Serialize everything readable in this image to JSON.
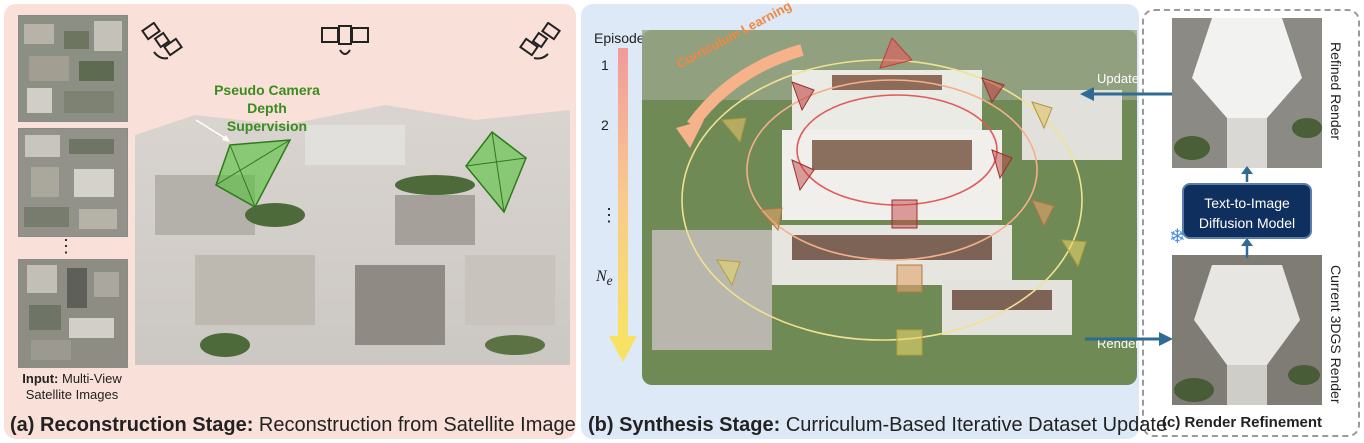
{
  "panel_a": {
    "caption_bold": "(a) Reconstruction Stage:",
    "caption_rest": " Reconstruction from Satellite Image",
    "input_bold": "Input:",
    "input_rest": " Multi-View",
    "input_line2": "Satellite Images",
    "ellipsis": "⋮",
    "pseudo_line1": "Pseudo Camera",
    "pseudo_line2": "Depth Supervision"
  },
  "panel_b": {
    "caption_bold": "(b) Synthesis Stage:",
    "caption_rest": " Curriculum-Based Iterative Dataset Update",
    "episode_label": "Episode",
    "episode_1": "1",
    "episode_2": "2",
    "episode_dots": "⋮",
    "episode_ne": "N",
    "episode_ne_sub": "e",
    "curriculum_label": "Curriculum Learning",
    "update_label": "Update",
    "render_label": "Render"
  },
  "panel_c": {
    "caption": "(c) Render Refinement",
    "model_line1": "Text-to-Image",
    "model_line2": "Diffusion Model",
    "refined_label": "Refined Render",
    "current_label": "Current 3DGS Render",
    "snowflake": "❄"
  },
  "colors": {
    "panel_a_bg": "#f9e0d8",
    "panel_b_bg": "#dde9f6",
    "green": "#3b8c1f",
    "model_bg": "#0f2f5e",
    "arrow_blue": "#2f6b92"
  }
}
